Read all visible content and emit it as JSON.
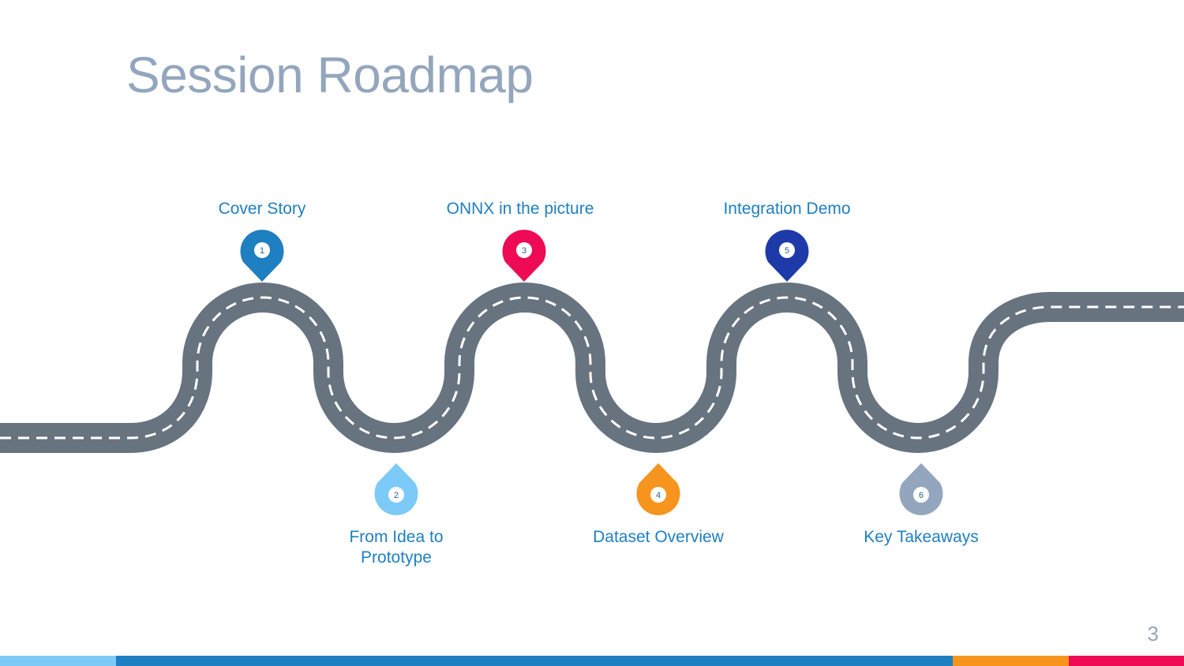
{
  "title": "Session Roadmap",
  "page_number": "3",
  "milestones": [
    {
      "number": "1",
      "label": "Cover Story",
      "color": "#1e7fc1"
    },
    {
      "number": "2",
      "label": "From Idea to Prototype",
      "color": "#7ccaf7"
    },
    {
      "number": "3",
      "label": "ONNX in the picture",
      "color": "#ee0a55"
    },
    {
      "number": "4",
      "label": "Dataset Overview",
      "color": "#f7941d"
    },
    {
      "number": "5",
      "label": "Integration Demo",
      "color": "#1e3aa8"
    },
    {
      "number": "6",
      "label": "Key Takeaways",
      "color": "#93a6bd"
    }
  ],
  "road_color": "#687380",
  "bottom_bar_colors": [
    "#7ccaf7",
    "#1e7fc1",
    "#f7941d",
    "#ee0a55"
  ]
}
